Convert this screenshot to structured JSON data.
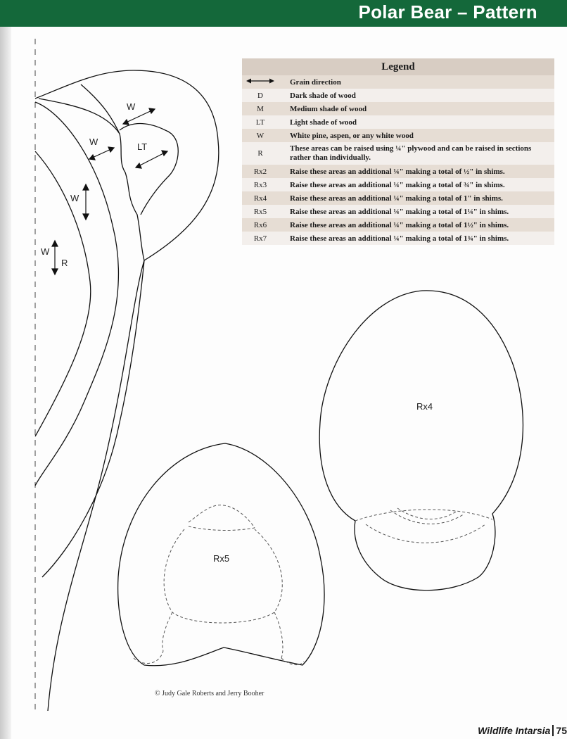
{
  "header": {
    "title": "Polar Bear – Pattern"
  },
  "legend": {
    "title": "Legend",
    "rows": [
      {
        "code": "",
        "icon": "double-arrow-icon",
        "desc": "Grain direction"
      },
      {
        "code": "D",
        "desc": "Dark shade of wood"
      },
      {
        "code": "M",
        "desc": "Medium shade of wood"
      },
      {
        "code": "LT",
        "desc": "Light shade of wood"
      },
      {
        "code": "W",
        "desc": "White pine, aspen, or any white wood"
      },
      {
        "code": "R",
        "desc": "These areas can be raised using ¼\" plywood and can be raised in sections rather than individually."
      },
      {
        "code": "Rx2",
        "desc": "Raise these areas an additional ¼\" making a total of ½\" in shims."
      },
      {
        "code": "Rx3",
        "desc": "Raise these areas an additional ¼\" making a total of ¾\" in shims."
      },
      {
        "code": "Rx4",
        "desc": "Raise these areas an additional ¼\" making a total of 1\" in shims."
      },
      {
        "code": "Rx5",
        "desc": "Raise these areas an additional ¼\" making a total of 1¼\" in shims."
      },
      {
        "code": "Rx6",
        "desc": "Raise these areas an additional ¼\" making a total of 1½\" in shims."
      },
      {
        "code": "Rx7",
        "desc": "Raise these areas an additional ¼\" making a total of 1¾\" in shims."
      }
    ]
  },
  "pattern_labels": {
    "w1": "W",
    "w2": "W",
    "lt": "LT",
    "w3": "W",
    "w4": "W",
    "r": "R",
    "rx4": "Rx4",
    "rx5": "Rx5"
  },
  "copyright": "© Judy Gale Roberts and Jerry Booher",
  "footer": {
    "book_title": "Wildlife Intarsia",
    "page_number": "75"
  },
  "colors": {
    "header_bg": "#14683a",
    "legend_title_bg": "#d8cdc3",
    "legend_shade": "#e6ddd4",
    "legend_plain": "#f3efec"
  }
}
